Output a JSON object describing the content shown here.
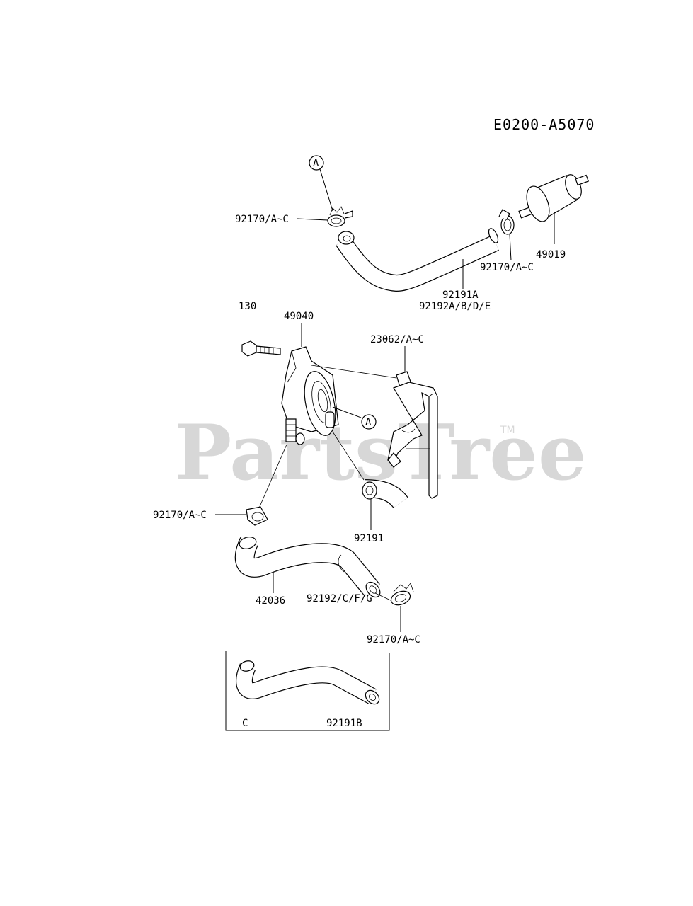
{
  "diagram_code": "E0200-A5070",
  "watermark": {
    "text": "PartsTree",
    "trademark": "TM"
  },
  "callout_letter": "A",
  "labels": {
    "clamp_top_left": "92170/A~C",
    "clamp_top_right": "92170/A~C",
    "filter": "49019",
    "hose_top_1": "92191A",
    "hose_top_2": "92192A/B/D/E",
    "ref_130": "130",
    "pump": "49040",
    "bracket": "23062/A~C",
    "clamp_mid_left": "92170/A~C",
    "hose_short": "92191",
    "hose_long": "42036",
    "hose_bottom": "92192/C/F/G",
    "clamp_bottom": "92170/A~C",
    "inset_letter": "C",
    "inset_part": "92191B"
  }
}
